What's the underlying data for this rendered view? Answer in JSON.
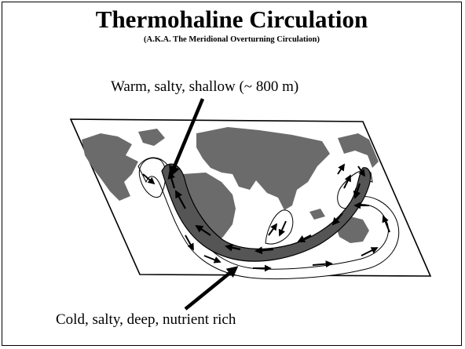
{
  "title": "Thermohaline Circulation",
  "subtitle": "(A.K.A. The Meridional Overturning Circulation)",
  "labels": {
    "warm": "Warm, salty, shallow (~ 800 m)",
    "cold": "Cold, salty, deep, nutrient rich"
  },
  "colors": {
    "land": "#6b6b6b",
    "warm_band": "#555555",
    "cold_band": "#ffffff",
    "outline": "#000000"
  },
  "icons": [
    "map-frame-icon",
    "continents-icon",
    "arrow-icon"
  ]
}
